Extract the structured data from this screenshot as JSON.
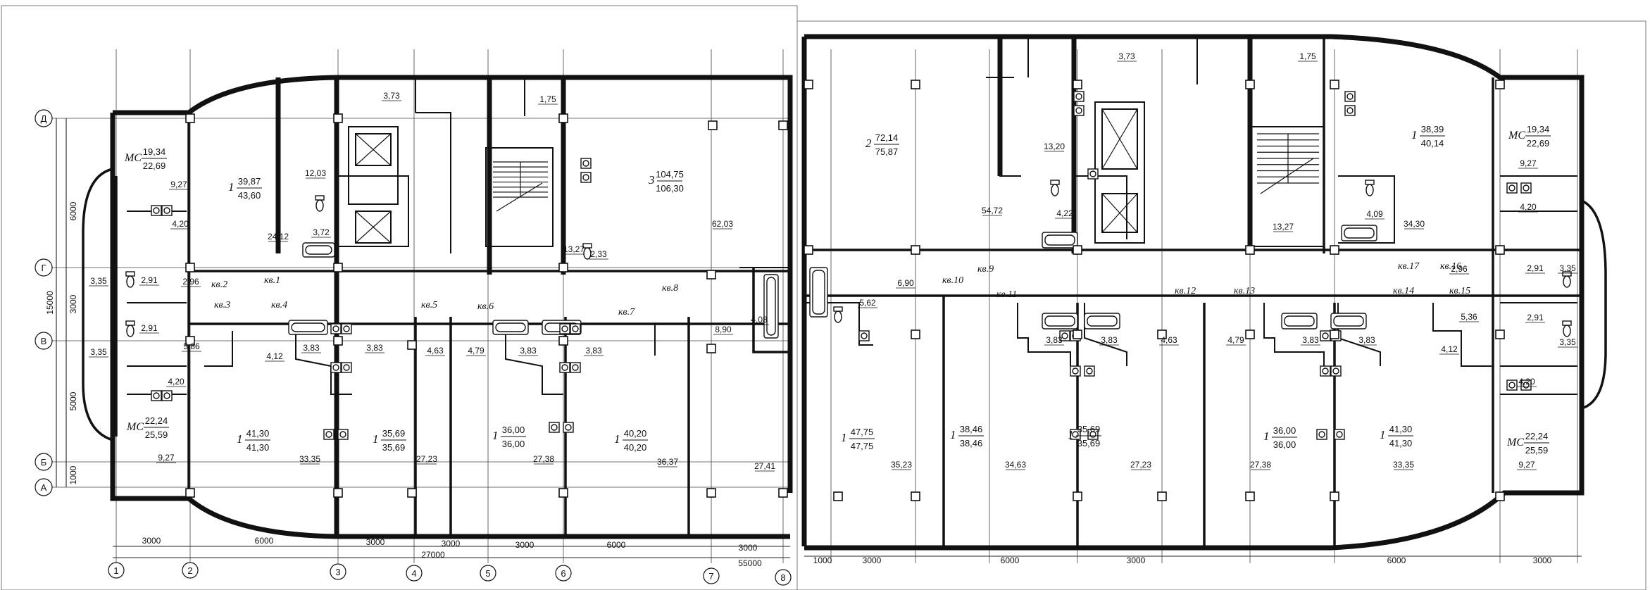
{
  "axes": {
    "letters": [
      "Д",
      "Г",
      "В",
      "Б",
      "А"
    ],
    "numbers": [
      "1",
      "2",
      "3",
      "4",
      "5",
      "6",
      "7",
      "8"
    ],
    "vertical_dims": [
      "6000",
      "3000",
      "5000",
      "1000"
    ],
    "overall_vertical": "15000"
  },
  "dims_bottom": {
    "row1": [
      "3000",
      "6000",
      "3000",
      "3000",
      "3000",
      "6000",
      "3000",
      "1000",
      "3000",
      "6000",
      "3000",
      "6000",
      "3000"
    ],
    "row2": [
      "27000",
      "55000"
    ]
  },
  "left_block": {
    "apartments": [
      {
        "label": "кв.1"
      },
      {
        "label": "кв.2"
      },
      {
        "label": "кв.3"
      },
      {
        "label": "кв.4"
      },
      {
        "label": "кв.5"
      },
      {
        "label": "кв.6"
      },
      {
        "label": "кв.7"
      },
      {
        "label": "кв.8"
      }
    ],
    "rooms": [
      {
        "count": "",
        "top": "19,34",
        "bottom": "22,69",
        "prefix": "МС"
      },
      {
        "count": "1",
        "top": "39,87",
        "bottom": "43,60"
      },
      {
        "count": "3",
        "top": "104,75",
        "bottom": "106,30"
      },
      {
        "count": "",
        "top": "22,24",
        "bottom": "25,59",
        "prefix": "МС"
      },
      {
        "count": "1",
        "top": "41,30",
        "bottom": "41,30"
      },
      {
        "count": "1",
        "top": "35,69",
        "bottom": "35,69"
      },
      {
        "count": "1",
        "top": "36,00",
        "bottom": "36,00"
      },
      {
        "count": "1",
        "top": "40,20",
        "bottom": "40,20"
      }
    ],
    "areas": [
      "3,73",
      "1,75",
      "12,03",
      "9,27",
      "4,20",
      "24,12",
      "3,72",
      "13,27",
      "2,33",
      "62,03",
      "3,35",
      "2,91",
      "2,96",
      "3,35",
      "2,91",
      "5,86",
      "4,12",
      "3,83",
      "3,83",
      "4,63",
      "4,79",
      "3,83",
      "3,83",
      "8,90",
      "4,08",
      "4,20",
      "9,27",
      "33,35",
      "27,23",
      "27,38",
      "36,37",
      "27,41"
    ]
  },
  "right_block": {
    "apartments": [
      {
        "label": "кв.9"
      },
      {
        "label": "кв.10"
      },
      {
        "label": "кв.11"
      },
      {
        "label": "кв.12"
      },
      {
        "label": "кв.13"
      },
      {
        "label": "кв.14"
      },
      {
        "label": "кв.15"
      },
      {
        "label": "кв.16"
      },
      {
        "label": "кв.17"
      }
    ],
    "rooms": [
      {
        "count": "2",
        "top": "72,14",
        "bottom": "75,87"
      },
      {
        "count": "1",
        "top": "38,39",
        "bottom": "40,14"
      },
      {
        "count": "",
        "top": "19,34",
        "bottom": "22,69",
        "prefix": "МС"
      },
      {
        "count": "1",
        "top": "47,75",
        "bottom": "47,75"
      },
      {
        "count": "1",
        "top": "38,46",
        "bottom": "38,46"
      },
      {
        "count": "1",
        "top": "35,69",
        "bottom": "35,69"
      },
      {
        "count": "1",
        "top": "36,00",
        "bottom": "36,00"
      },
      {
        "count": "1",
        "top": "41,30",
        "bottom": "41,30"
      },
      {
        "count": "",
        "top": "22,24",
        "bottom": "25,59",
        "prefix": "МС"
      }
    ],
    "areas": [
      "3,73",
      "1,75",
      "13,20",
      "54,72",
      "4,22",
      "13,27",
      "4,09",
      "34,30",
      "9,27",
      "4,20",
      "6,90",
      "5,62",
      "2,96",
      "2,91",
      "3,35",
      "5,36",
      "2,91",
      "3,35",
      "3,83",
      "3,83",
      "4,63",
      "4,79",
      "3,83",
      "3,83",
      "4,12",
      "4,20",
      "35,23",
      "34,63",
      "27,23",
      "27,38",
      "33,35",
      "9,27"
    ]
  }
}
